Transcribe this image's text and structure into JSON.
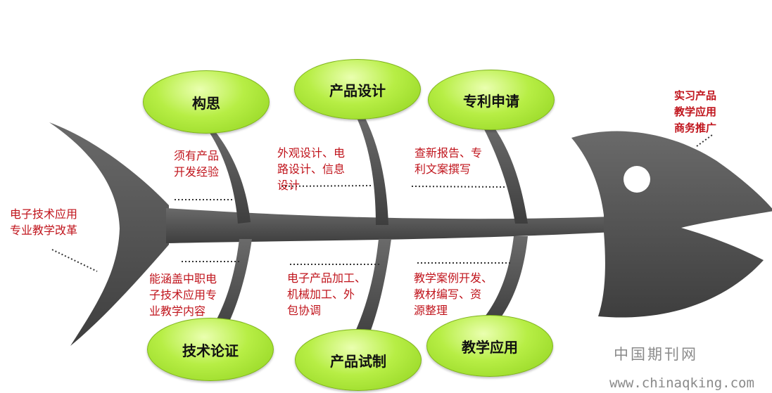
{
  "diagram": {
    "tail_label": [
      "电子技术应用",
      "专业教学改革"
    ],
    "head_label": [
      "实习产品",
      "教学应用",
      "商务推广"
    ],
    "top_stages": [
      "构思",
      "产品设计",
      "专利申请"
    ],
    "bottom_stages": [
      "技术论证",
      "产品试制",
      "教学应用"
    ],
    "top_notes": [
      [
        "须有产品",
        "开发经验"
      ],
      [
        "外观设计、电",
        "路设计、信息",
        "设计"
      ],
      [
        "查新报告、专",
        "利文案撰写"
      ]
    ],
    "bottom_notes": [
      [
        "能涵盖中职电",
        "子技术应用专",
        "业教学内容"
      ],
      [
        "电子产品加工、",
        "机械加工、外",
        "包协调"
      ],
      [
        "教学案例开发、",
        "教材编写、资",
        "源整理"
      ]
    ]
  },
  "watermark": {
    "cn": "中国期刊网",
    "url": "www.chinaqking.com"
  },
  "colors": {
    "fish": "#505050",
    "ellipse": "#9bd92a",
    "note_text": "#c0141c"
  }
}
